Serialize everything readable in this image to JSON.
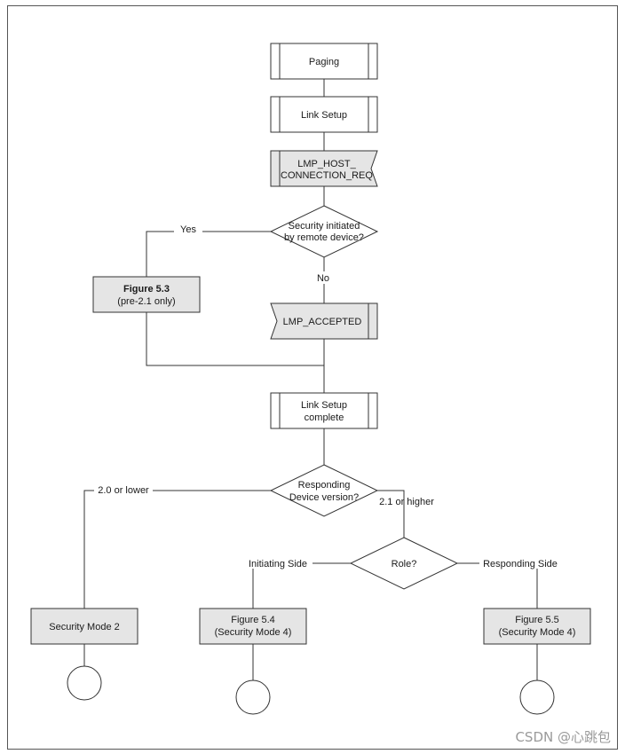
{
  "colors": {
    "box_fill_white": "#ffffff",
    "box_fill_gray": "#e5e5e5",
    "line": "#333333",
    "watermark": "#9a9a9a"
  },
  "nodes": {
    "paging": "Paging",
    "link_setup": "Link Setup",
    "lmp_host_req": [
      "LMP_HOST_",
      "CONNECTION_REQ"
    ],
    "security_decision": [
      "Security initiated",
      "by remote device?"
    ],
    "figure_5_3": [
      "Figure 5.3",
      "(pre-2.1 only)"
    ],
    "lmp_accepted": "LMP_ACCEPTED",
    "link_setup_complete": [
      "Link Setup",
      "complete"
    ],
    "version_decision": [
      "Responding",
      "Device version?"
    ],
    "role_decision": "Role?",
    "security_mode_2": "Security Mode 2",
    "figure_5_4": [
      "Figure 5.4",
      "(Security Mode 4)"
    ],
    "figure_5_5": [
      "Figure 5.5",
      "(Security Mode 4)"
    ]
  },
  "edge_labels": {
    "yes": "Yes",
    "no": "No",
    "lower": "2.0 or lower",
    "higher": "2.1 or higher",
    "initiating": "Initiating Side",
    "responding": "Responding Side"
  },
  "watermark": "CSDN @心跳包"
}
